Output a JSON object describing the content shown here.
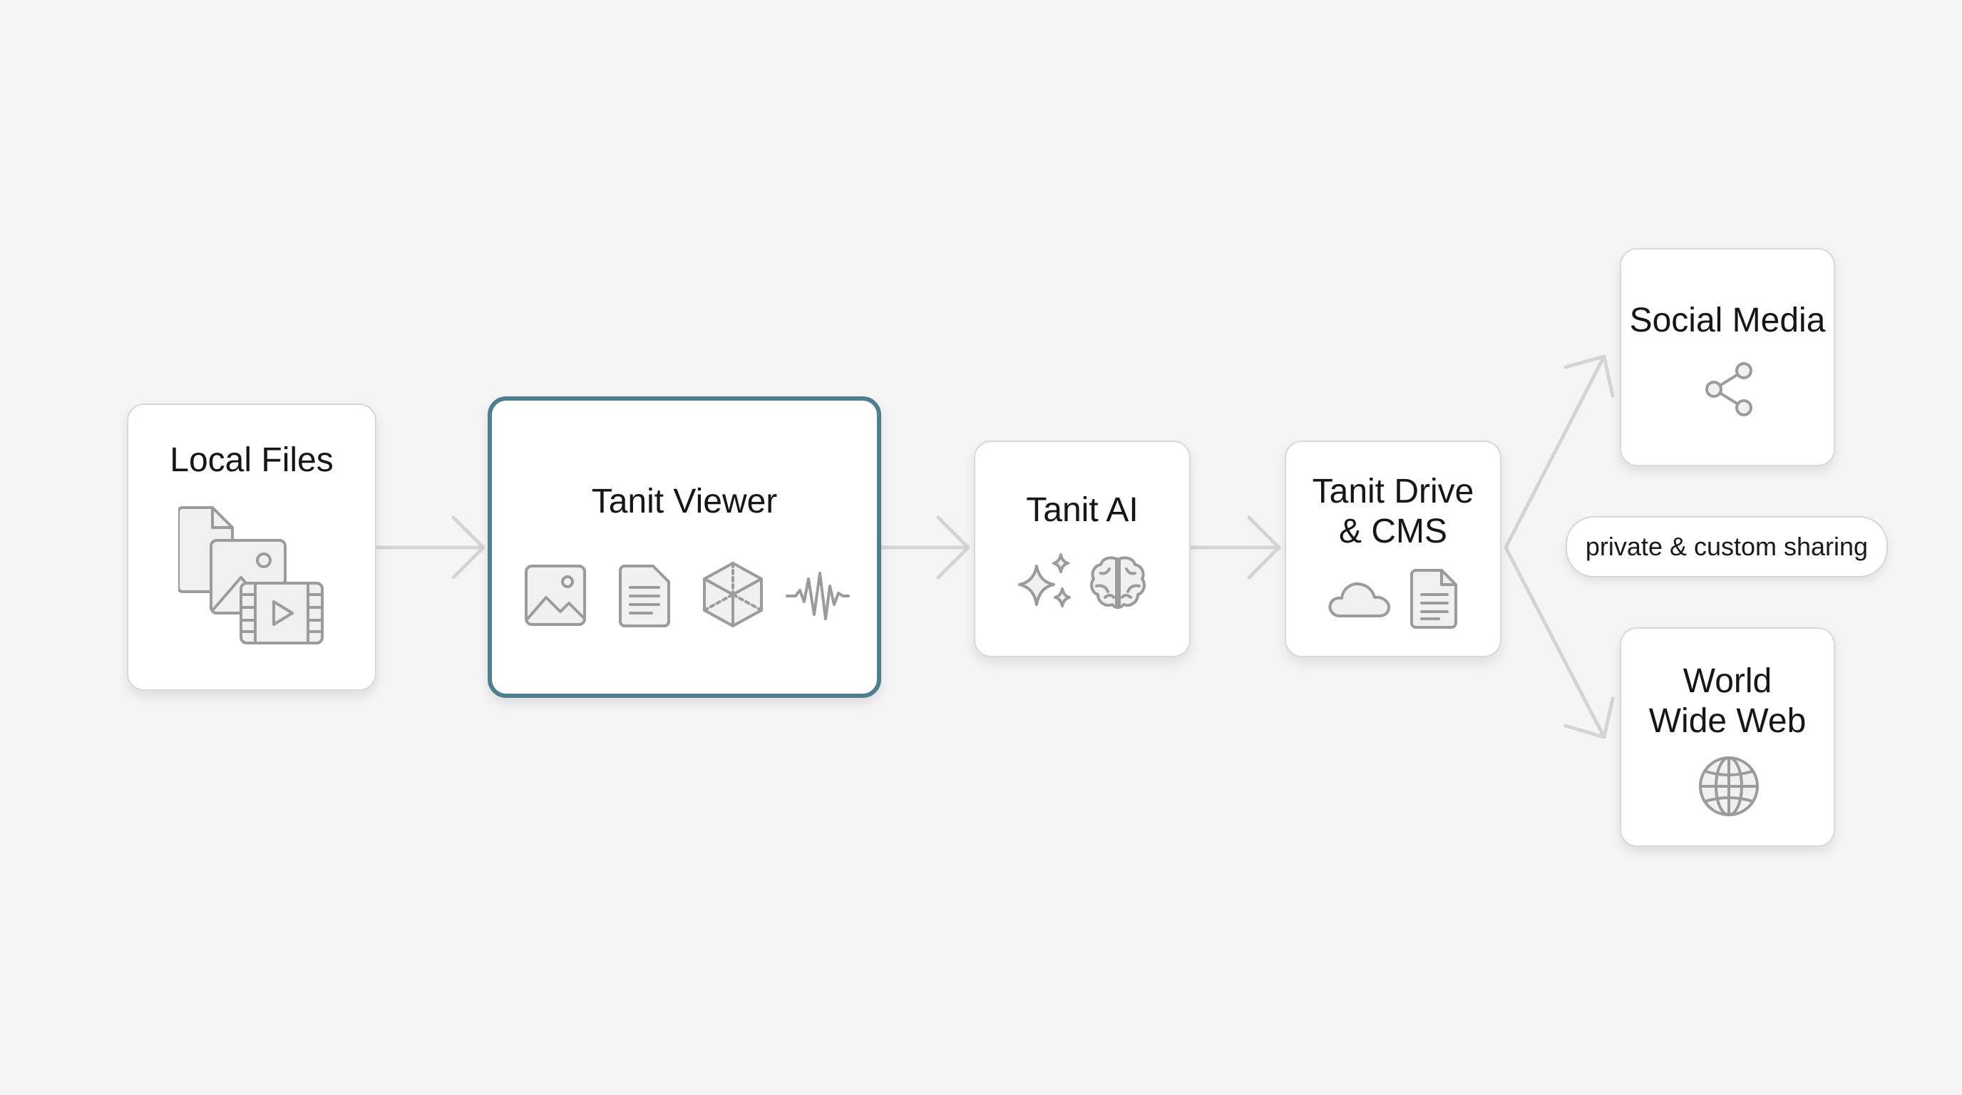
{
  "nodes": {
    "local_files": {
      "title": "Local Files"
    },
    "tanit_viewer": {
      "title": "Tanit Viewer"
    },
    "tanit_ai": {
      "title": "Tanit AI"
    },
    "tanit_drive": {
      "title_line1": "Tanit Drive",
      "title_line2": "& CMS"
    },
    "social_media": {
      "title": "Social Media"
    },
    "world_wide_web": {
      "title_line1": "World",
      "title_line2": "Wide Web"
    }
  },
  "edge_labels": {
    "sharing": "private & custom sharing"
  },
  "icons": {
    "local_files": [
      "document-icon",
      "image-icon",
      "video-icon"
    ],
    "tanit_viewer": [
      "image-icon",
      "document-icon",
      "cube-3d-icon",
      "waveform-icon"
    ],
    "tanit_ai": [
      "sparkles-icon",
      "brain-icon"
    ],
    "tanit_drive": [
      "cloud-icon",
      "document-icon"
    ],
    "social_media": [
      "share-icon"
    ],
    "world_wide_web": [
      "globe-icon"
    ]
  },
  "colors": {
    "highlight_border": "#4e7f8e",
    "icon_gray": "#9b9b9b",
    "connector": "#d4d4d4",
    "background": "#f5f5f5"
  }
}
